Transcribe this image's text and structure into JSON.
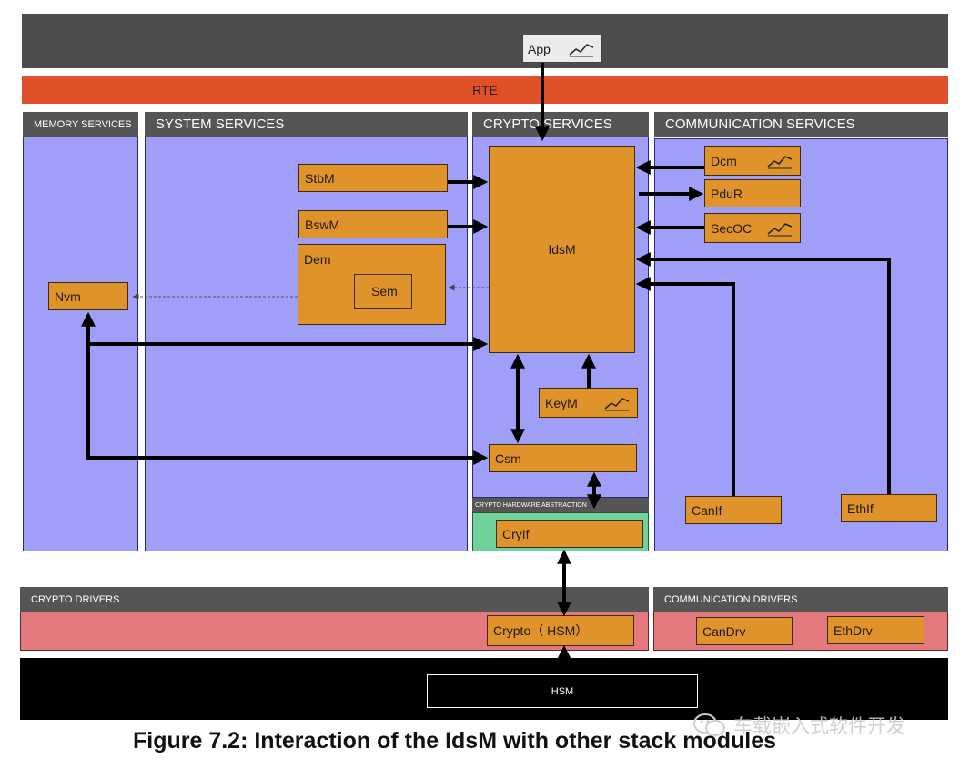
{
  "top": {
    "app_label": "App",
    "rte_label": "RTE"
  },
  "headers": {
    "memory": "MEMORY SERVICES",
    "system": "SYSTEM SERVICES",
    "crypto": "CRYPTO SERVICES",
    "communication": "COMMUNICATION SERVICES",
    "crypto_hw_abstraction": "CRYPTO HARDWARE ABSTRACTION",
    "crypto_drivers": "CRYPTO DRIVERS",
    "communication_drivers": "COMMUNICATION DRIVERS"
  },
  "modules": {
    "nvm": "Nvm",
    "stbm": "StbM",
    "bswm": "BswM",
    "dem": "Dem",
    "sem": "Sem",
    "idsm": "IdsM",
    "dcm": "Dcm",
    "pdur": "PduR",
    "secoc": "SecOC",
    "keym": "KeyM",
    "csm": "Csm",
    "canif": "CanIf",
    "ethif": "EthIf",
    "cryif": "CryIf",
    "crypto_hsm": "Crypto（ HSM）",
    "candrv": "CanDrv",
    "ethdrv": "EthDrv",
    "hsm": "HSM"
  },
  "caption": "Figure 7.2: Interaction of the IdsM with other stack modules",
  "watermark": "车载嵌入式软件开发",
  "colors": {
    "rte": "#e0512a",
    "panel": "#9f9ff7",
    "module": "#e0932a",
    "hw_abstraction": "#6fd29a",
    "drivers": "#e3787d",
    "header": "#555555"
  },
  "icons": [
    "chart-icon"
  ]
}
